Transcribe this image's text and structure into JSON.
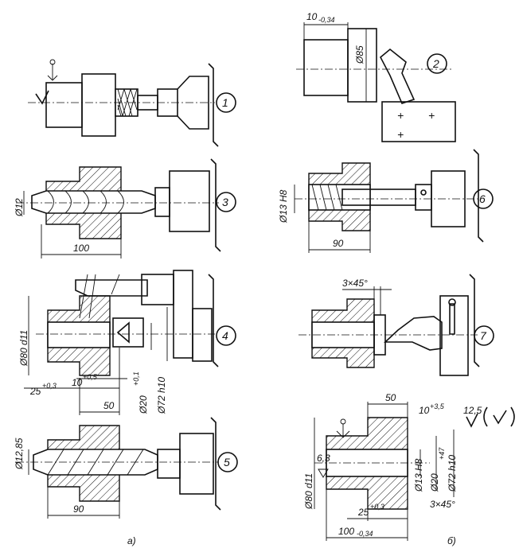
{
  "steps": [
    {
      "number": "1"
    },
    {
      "number": "2",
      "dims": {
        "width": "10",
        "width_tol": "-0,34",
        "diameter": "Ø85"
      }
    },
    {
      "number": "3",
      "dims": {
        "diameter": "Ø12",
        "length": "100"
      }
    },
    {
      "number": "4",
      "dims": {
        "outer_diameter": "Ø80 d11",
        "bore_depth": "25",
        "bore_depth_tol": "+0,3",
        "groove": "10",
        "groove_tol": "+0,5",
        "length": "50",
        "diameter_20": "Ø20",
        "diameter_20_tol": "+0,1",
        "diameter_72": "Ø72 h10"
      }
    },
    {
      "number": "5",
      "dims": {
        "diameter": "Ø12,85",
        "length": "90"
      }
    },
    {
      "number": "6",
      "dims": {
        "diameter": "Ø13 H8",
        "length": "90"
      }
    },
    {
      "number": "7",
      "dims": {
        "chamfer": "3×45°"
      }
    }
  ],
  "part_drawing": {
    "dim_50": "50",
    "dim_10": "10",
    "dim_10_tol": "+3,5",
    "roughness_main": "12,5",
    "roughness_local": "6,3",
    "outer_diameter": "Ø80 d11",
    "diameter_13": "Ø13 H8",
    "diameter_20": "Ø20",
    "diameter_20_tol": "+47",
    "diameter_72": "Ø72 h10",
    "dim_25": "25",
    "dim_25_tol": "+0,3",
    "chamfer": "3×45°",
    "dim_100": "100",
    "dim_100_tol": "-0,34"
  },
  "captions": {
    "left": "a)",
    "right": "б)"
  }
}
